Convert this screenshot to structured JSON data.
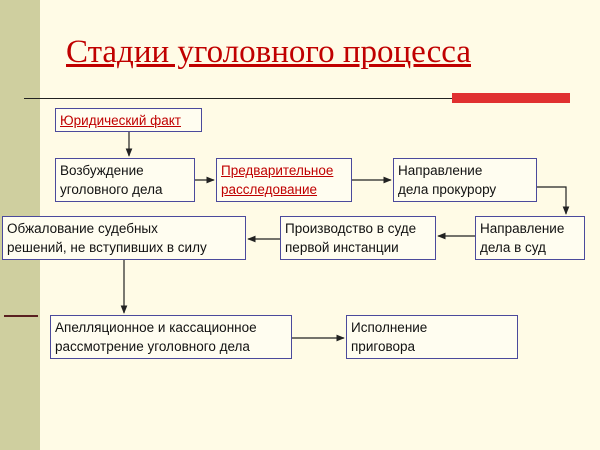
{
  "slide": {
    "title": "Стадии уголовного процесса"
  },
  "boxes": {
    "legal_fact": "Юридический факт",
    "initiation": "Возбуждение\nуголовного дела",
    "preliminary": "Предварительное\nрасследование",
    "to_prosecutor": "Направление\nдела прокурору",
    "to_court": "Направление\n дела в суд",
    "first_instance": "Производство в суде\nпервой инстанции",
    "appeal_decisions": "Обжалование судебных\nрешений, не вступивших в силу",
    "appellate_review": "Апелляционное и кассационное\nрассмотрение уголовного дела",
    "execution": "Исполнение\nприговора"
  },
  "colors": {
    "title": "#c00000",
    "box_border": "#4b4a9c",
    "accent_bar": "#e03030",
    "left_band": "#cfcf9f",
    "background": "#fffbe6"
  }
}
